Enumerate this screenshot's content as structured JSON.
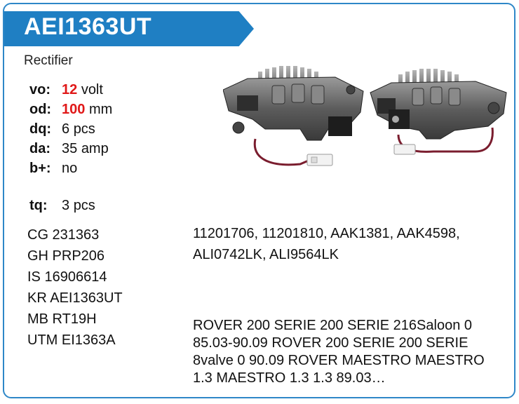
{
  "header": {
    "title": "AEI1363UT",
    "subtitle": "Rectifier"
  },
  "specs": [
    {
      "key": "vo:",
      "value": "12",
      "unit": "volt",
      "highlight": true
    },
    {
      "key": "od:",
      "value": "100",
      "unit": "mm",
      "highlight": true
    },
    {
      "key": "dq:",
      "value": "6",
      "unit": "pcs",
      "highlight": false
    },
    {
      "key": "da:",
      "value": "35",
      "unit": "amp",
      "highlight": false
    },
    {
      "key": "b+:",
      "value": "no",
      "unit": "",
      "highlight": false
    }
  ],
  "tq": {
    "key": "tq:",
    "value": "3",
    "unit": "pcs"
  },
  "cross_refs": [
    "CG 231363",
    "GH PRP206",
    "IS 16906614",
    "KR AEI1363UT",
    "MB RT19H",
    "UTM EI1363A"
  ],
  "oem_numbers": "11201706, 11201810, AAK1381, AAK4598, ALI0742LK, ALI9564LK",
  "applications": "ROVER 200 SERIE 200 SERIE 216Saloon 0 85.03-90.09 ROVER 200 SERIE 200 SERIE 8valve 0 90.09 ROVER MAESTRO MAESTRO 1.3 MAESTRO 1.3 1.3 89.03…",
  "colors": {
    "accent": "#1f7fc3",
    "border": "#2e87c8",
    "highlight": "#e01818"
  },
  "icons": {
    "product": "rectifier-photo"
  }
}
